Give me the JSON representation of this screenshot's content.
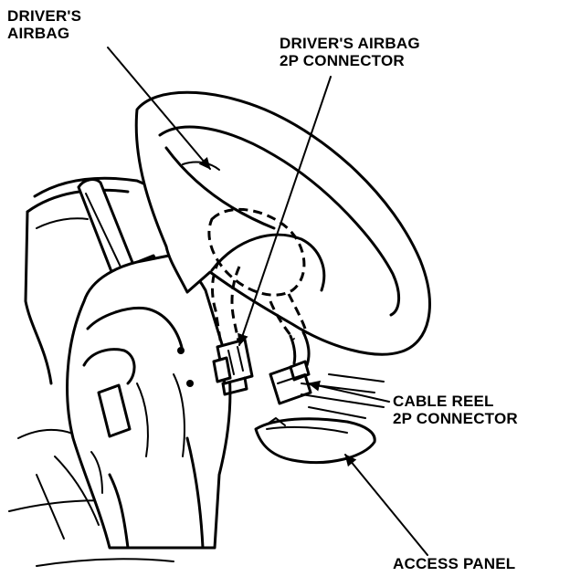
{
  "labels": {
    "drivers_airbag_line1": "DRIVER'S",
    "drivers_airbag_line2": "AIRBAG",
    "airbag_connector_line1": "DRIVER'S AIRBAG",
    "airbag_connector_line2": "2P CONNECTOR",
    "cable_reel_line1": "CABLE REEL",
    "cable_reel_line2": "2P CONNECTOR",
    "access_panel": "ACCESS PANEL"
  },
  "colors": {
    "ink": "#000000",
    "paper": "#ffffff"
  }
}
